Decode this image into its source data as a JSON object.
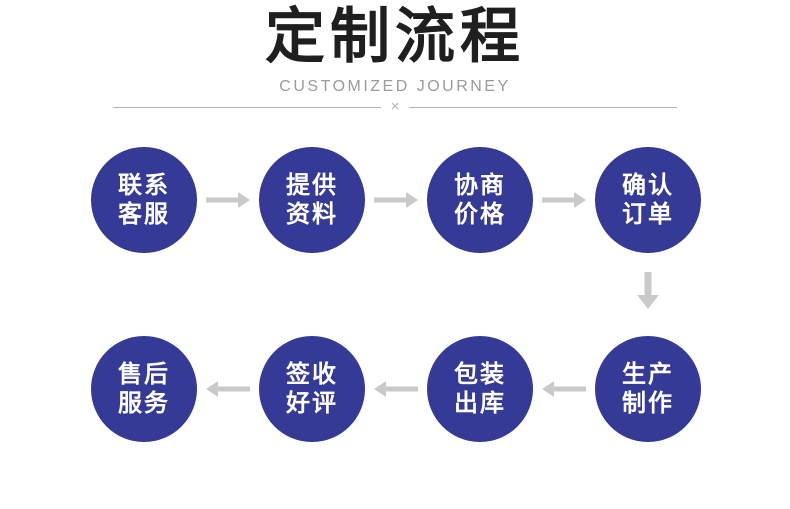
{
  "header": {
    "title": "定制流程",
    "subtitle": "CUSTOMIZED JOURNEY",
    "divider_mark": "×"
  },
  "flow": {
    "row1_direction": "left-to-right",
    "row2_direction": "right-to-left",
    "row1": [
      {
        "line1": "联系",
        "line2": "客服"
      },
      {
        "line1": "提供",
        "line2": "资料"
      },
      {
        "line1": "协商",
        "line2": "价格"
      },
      {
        "line1": "确认",
        "line2": "订单"
      }
    ],
    "row2": [
      {
        "line1": "售后",
        "line2": "服务"
      },
      {
        "line1": "签收",
        "line2": "好评"
      },
      {
        "line1": "包装",
        "line2": "出库"
      },
      {
        "line1": "生产",
        "line2": "制作"
      }
    ]
  },
  "colors": {
    "circle-color": "#343a96",
    "arrow-color": "#c9c9c9",
    "title-color": "#1f1f1f",
    "subtitle-color": "#9b9b9b",
    "divider-color": "#b3b3b3",
    "circle-text-color": "#ffffff",
    "page-background": "#ffffff"
  }
}
